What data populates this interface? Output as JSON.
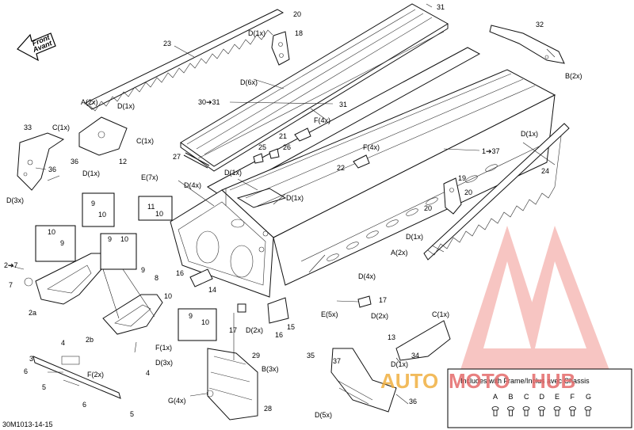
{
  "front_arrow": {
    "line1": "Front",
    "line2": "Avant"
  },
  "doc_code": "30M1013-14-15",
  "watermark": {
    "auto": "AUTO",
    "moto": "MOTO",
    "hub": "HUB"
  },
  "legend": {
    "title": "Includes with Frame/Inclus avec Chassis",
    "letters": [
      "A",
      "B",
      "C",
      "D",
      "E",
      "F",
      "G"
    ]
  },
  "labels": {
    "l20a": "20",
    "d1x_a": "D(1x)",
    "l18": "18",
    "l31a": "31",
    "l32": "32",
    "b2x_a": "B(2x)",
    "l23": "23",
    "d6x": "D(6x)",
    "a2x_a": "A(2x)",
    "d1x_b": "D(1x)",
    "l30_31": "30➔31",
    "l31b": "31",
    "l33": "33",
    "c1x_a": "C(1x)",
    "c1x_b": "C(1x)",
    "l36a": "36",
    "l36b": "36",
    "d1x_c": "D(1x)",
    "l12": "12",
    "d3x_a": "D(3x)",
    "f4x_a": "F(4x)",
    "l21": "21",
    "l25": "25",
    "l26": "26",
    "l27": "27",
    "f4x_b": "F(4x)",
    "l22": "22",
    "l1_37": "1➔37",
    "d1x_d": "D(1x)",
    "l24": "24",
    "e7x": "E(7x)",
    "d4x_a": "D(4x)",
    "d1x_e": "D(1x)",
    "d1x_f": "D(1x)",
    "l19": "19",
    "l20b": "20",
    "l20c": "20",
    "l9a": "9",
    "l10a": "10",
    "l11": "11",
    "l10b": "10",
    "l10c": "10",
    "l9b": "9",
    "l9c": "9",
    "l10d": "10",
    "l2_7": "2➔7",
    "l7a": "7",
    "l2a": "2a",
    "l9d": "9",
    "l8": "8",
    "l10e": "10",
    "l16a": "16",
    "l14": "14",
    "d1x_g": "D(1x)",
    "a2x_b": "A(2x)",
    "d4x_b": "D(4x)",
    "l17a": "17",
    "e5x": "E(5x)",
    "d2x_a": "D(2x)",
    "l17b": "17",
    "d2x_b": "D(2x)",
    "l15": "15",
    "l16b": "16",
    "l9e": "9",
    "l10f": "10",
    "l4a": "4",
    "l2b": "2b",
    "f1x": "F(1x)",
    "d3x_b": "D(3x)",
    "l4b": "4",
    "l3": "3",
    "l6a": "6",
    "f2x": "F(2x)",
    "l5a": "5",
    "l6b": "6",
    "l5b": "5",
    "g4x": "G(4x)",
    "l29": "29",
    "b3x": "B(3x)",
    "l28": "28",
    "c1x_c": "C(1x)",
    "l13": "13",
    "l35": "35",
    "l34": "34",
    "d1x_h": "D(1x)",
    "l37": "37",
    "l36c": "36",
    "d5x": "D(5x)"
  }
}
